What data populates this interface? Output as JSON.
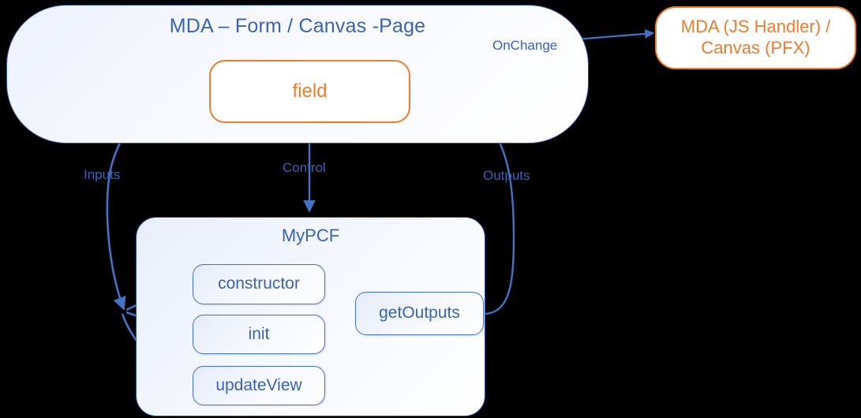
{
  "diagram": {
    "title_text": "MDA – Form / Canvas -Page",
    "accent_blue": "#3A62B8",
    "accent_orange": "#ED7D31",
    "background": "#000000"
  },
  "containers": {
    "mda_page": {
      "label": "MDA – Form / Canvas -Page"
    },
    "mypcf": {
      "label": "MyPCF"
    }
  },
  "nodes": {
    "field": {
      "label": "field"
    },
    "mda_handler": {
      "line1": "MDA (JS Handler) /",
      "line2": "Canvas (PFX)"
    },
    "constructor": {
      "label": "constructor"
    },
    "init": {
      "label": "init"
    },
    "update_view": {
      "label": "updateView"
    },
    "get_outputs": {
      "label": "getOutputs"
    }
  },
  "edges": [
    {
      "id": "inputs",
      "label": "Inputs",
      "from": "field",
      "to": "constructor/init/updateView"
    },
    {
      "id": "control",
      "label": "Control",
      "from": "field",
      "to": "mypcf"
    },
    {
      "id": "outputs",
      "label": "Outputs",
      "from": "getOutputs",
      "to": "field"
    },
    {
      "id": "onchange",
      "label": "OnChange",
      "from": "field",
      "to": "mda_handler"
    }
  ],
  "edge_labels": {
    "inputs": "Inputs",
    "control": "Control",
    "outputs": "Outputs",
    "onchange": "OnChange"
  }
}
